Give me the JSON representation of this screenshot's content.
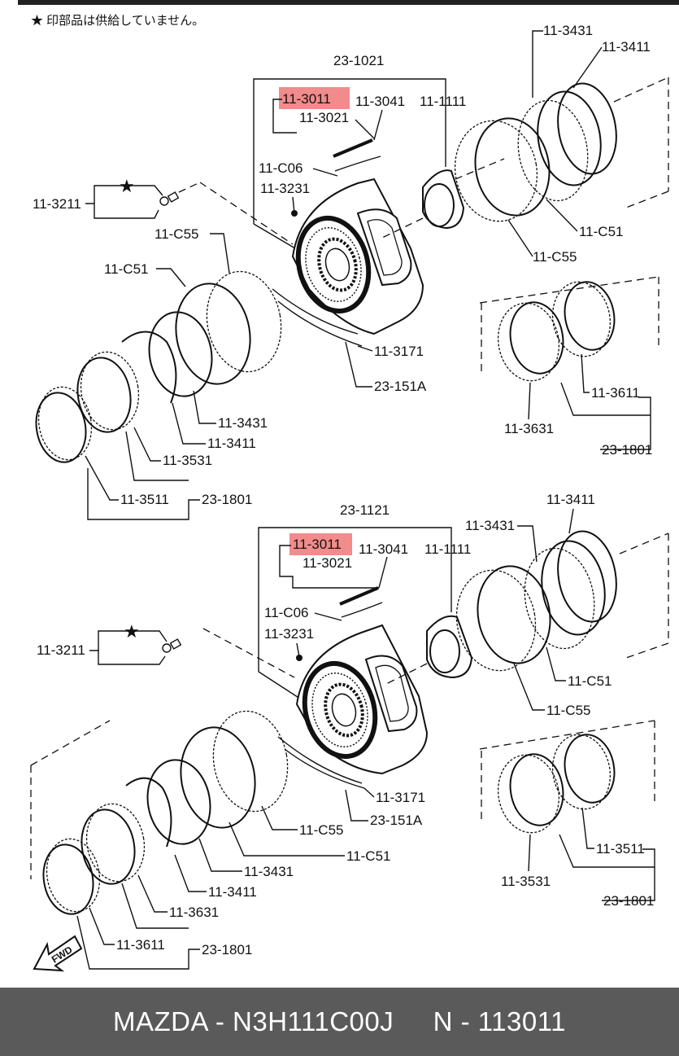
{
  "note": "★ 印部品は供給していません。",
  "highlight_color": "#f28b8b",
  "upper": {
    "assembly": "23-1021",
    "highlighted_part": "11-3011",
    "labels": {
      "l3041": "11-3041",
      "l1111": "11-1111",
      "l3021": "11-3021",
      "c06": "11-C06",
      "l3231": "11-3231",
      "l3211": "11-3211",
      "c55a": "11-C55",
      "c51a": "11-C51",
      "l3171": "11-3171",
      "a151": "23-151A",
      "l3431a": "11-3431",
      "l3411a": "11-3411",
      "l3531": "11-3531",
      "l3511": "11-3511",
      "a1801a": "23-1801",
      "r3431": "11-3431",
      "r3411": "11-3411",
      "rc51": "11-C51",
      "rc55": "11-C55",
      "r3611": "11-3611",
      "r3631": "11-3631",
      "ra1801": "23-1801"
    }
  },
  "lower": {
    "assembly": "23-1121",
    "highlighted_part": "11-3011",
    "labels": {
      "l3041": "11-3041",
      "l1111": "11-1111",
      "l3021": "11-3021",
      "c06": "11-C06",
      "l3231": "11-3231",
      "l3211": "11-3211",
      "r3431": "11-3431",
      "r3411": "11-3411",
      "rc51": "11-C51",
      "rc55": "11-C55",
      "l3171": "11-3171",
      "a151": "23-151A",
      "c55": "11-C55",
      "c51": "11-C51",
      "l3431": "11-3431",
      "l3411": "11-3411",
      "l3631": "11-3631",
      "l3611": "11-3611",
      "a1801": "23-1801",
      "r3511": "11-3511",
      "r3531": "11-3531",
      "ra1801": "23-1801"
    }
  },
  "fwd_label": "FWD",
  "footer": {
    "brand": "MAZDA - N3H111C00J",
    "number": "N - 113011"
  }
}
